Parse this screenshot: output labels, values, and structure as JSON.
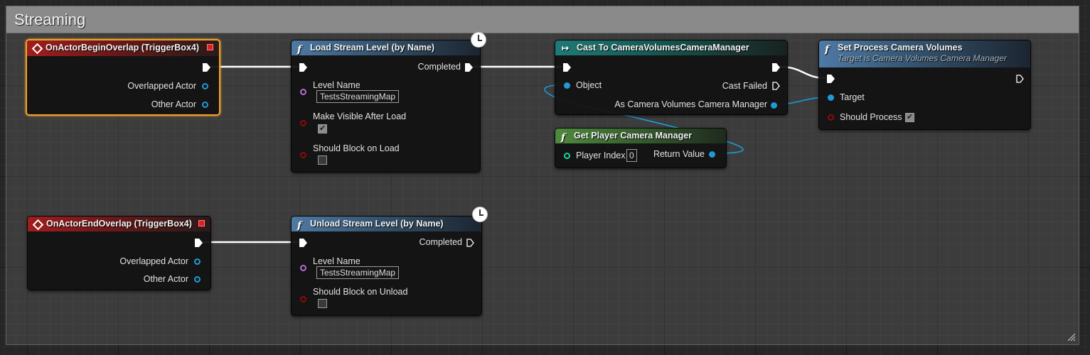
{
  "graph": {
    "comment_title": "Streaming"
  },
  "nodes": {
    "begin_overlap": {
      "title": "OnActorBeginOverlap (TriggerBox4)",
      "pins": [
        "Overlapped Actor",
        "Other Actor"
      ]
    },
    "load_stream": {
      "title": "Load Stream Level (by Name)",
      "exec_out": "Completed",
      "level_name_label": "Level Name",
      "level_name_value": "TestsStreamingMap",
      "make_visible_label": "Make Visible After Load",
      "make_visible_checked": true,
      "should_block_label": "Should Block on Load",
      "should_block_checked": false
    },
    "cast": {
      "title": "Cast To CameraVolumesCameraManager",
      "object_label": "Object",
      "cast_failed_label": "Cast Failed",
      "as_label": "As Camera Volumes Camera Manager"
    },
    "get_camera_manager": {
      "title": "Get Player Camera Manager",
      "player_index_label": "Player Index",
      "player_index_value": "0",
      "return_label": "Return Value"
    },
    "set_process": {
      "title": "Set Process Camera Volumes",
      "subtitle": "Target is Camera Volumes Camera Manager",
      "target_label": "Target",
      "should_process_label": "Should Process",
      "should_process_checked": true
    },
    "end_overlap": {
      "title": "OnActorEndOverlap (TriggerBox4)",
      "pins": [
        "Overlapped Actor",
        "Other Actor"
      ]
    },
    "unload_stream": {
      "title": "Unload Stream Level (by Name)",
      "exec_out": "Completed",
      "level_name_label": "Level Name",
      "level_name_value": "TestsStreamingMap",
      "should_block_label": "Should Block on Unload",
      "should_block_checked": false
    }
  },
  "colors": {
    "exec_wire": "#ffffff",
    "object_pin": "#1f9ad6",
    "string_pin": "#b56cd6",
    "bool_pin": "#8c0b0b",
    "int_pin": "#1cd6a5",
    "selection": "#f0a22a",
    "event_header": "#a01d1d",
    "function_header": "#4e7aa4",
    "cast_header": "#1f7a76",
    "pure_header": "#4f8a3e"
  },
  "icons": {
    "event": "event-diamond-icon",
    "function": "function-f-icon",
    "cast": "cast-arrow-icon",
    "latent": "clock-icon",
    "close": "close-square-icon"
  }
}
